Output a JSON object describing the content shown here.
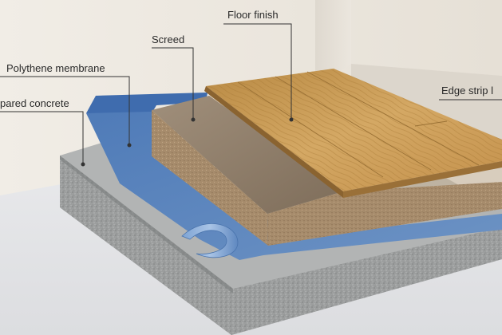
{
  "labels": {
    "floor_finish": "Floor finish",
    "screed": "Screed",
    "polythene_membrane": "Polythene membrane",
    "prepared_concrete": "pared concrete",
    "edge_strip": "Edge strip l"
  },
  "colors": {
    "wall": "#ebe5dc",
    "floor_ground": "#e4e5e7",
    "concrete": "#9fa1a1",
    "membrane": "#5f85b8",
    "screed_top": "#8c7b68",
    "screed_side": "#a3896b",
    "timber": "#c89c56",
    "edge_strip": "#dcd6cc"
  }
}
